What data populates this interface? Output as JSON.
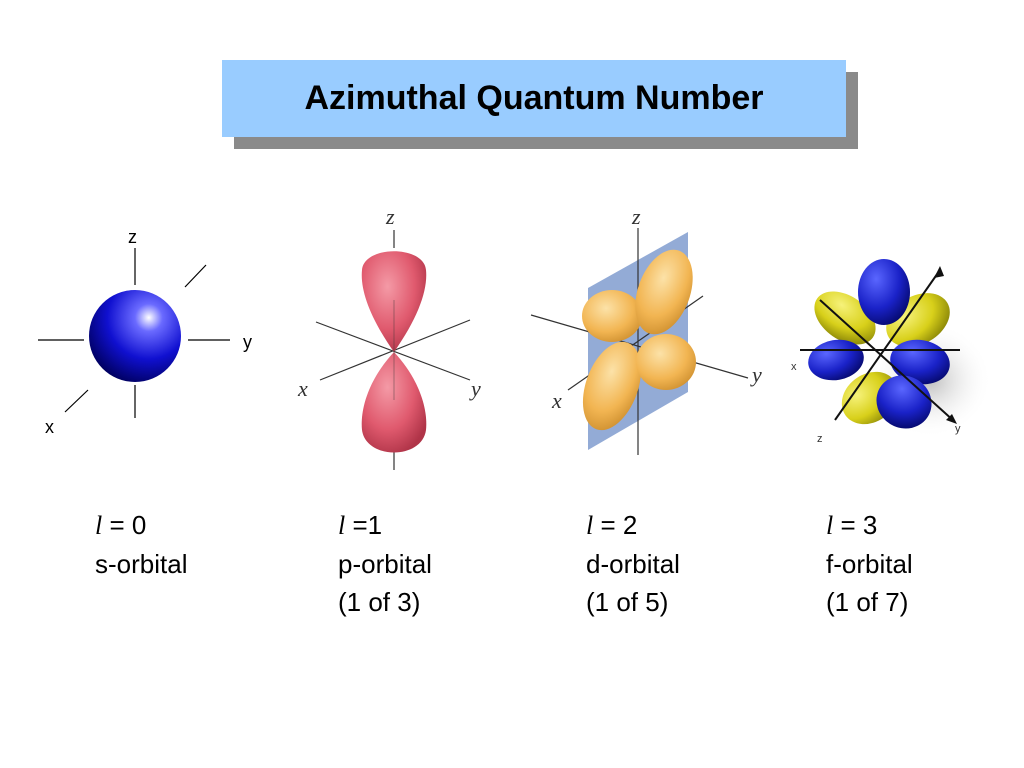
{
  "title": "Azimuthal Quantum Number",
  "orbitals": [
    {
      "symbol": "l",
      "eq": " = 0",
      "name": "s-orbital",
      "count": ""
    },
    {
      "symbol": "l",
      "eq": " =1",
      "name": "p-orbital",
      "count": "(1 of 3)"
    },
    {
      "symbol": "l",
      "eq": " = 2",
      "name": "d-orbital",
      "count": "(1 of 5)"
    },
    {
      "symbol": "l",
      "eq": " = 3",
      "name": "f-orbital",
      "count": "(1 of 7)"
    }
  ],
  "axes": {
    "s": {
      "z": "z",
      "y": "y",
      "x": "x"
    },
    "p": {
      "z": "z",
      "y": "y",
      "x": "x"
    },
    "d": {
      "z": "z",
      "y": "y",
      "x": "x"
    },
    "f": {
      "z": "z",
      "y": "y",
      "x": "x"
    }
  },
  "colors": {
    "title_bg": "#99ccff",
    "title_shadow": "#8a8a8a",
    "s_orbital": "#1010d0",
    "p_orbital": "#e05a6e",
    "d_orbital": "#f2b552",
    "d_plane": "#6f8fc8",
    "f_blue": "#1a22c8",
    "f_yellow": "#d8d01a"
  }
}
